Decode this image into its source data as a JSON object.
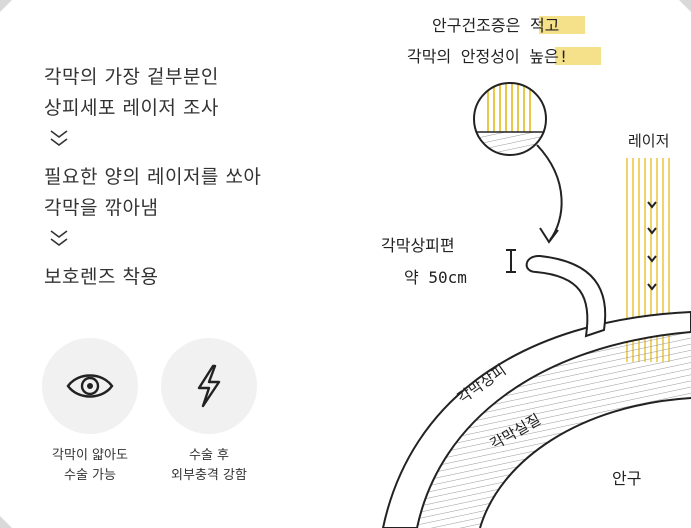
{
  "steps": [
    "각막의 가장 겉부분인\n상피세포 레이저 조사",
    "필요한 양의 레이저를 쏘아\n각막을 깎아냄",
    "보호렌즈 착용"
  ],
  "features": [
    {
      "icon": "eye-icon",
      "caption": "각막이 얇아도\n수술 가능"
    },
    {
      "icon": "lightning-icon",
      "caption": "수술 후\n외부충격 강함"
    }
  ],
  "illustration": {
    "note_line1": "안구건조증은 적고",
    "note_line2": "각막의 안정성이 높은!",
    "epithelium_label_line1": "각막상피편",
    "epithelium_label_line2": "약 50cm",
    "laser_label": "레이저",
    "layer_epithelium": "각막상피",
    "layer_stroma": "각막실질",
    "eyeball": "안구"
  },
  "colors": {
    "highlight": "#f5e18a",
    "laser": "#f0d46a",
    "circle_bg": "#f1f1f1"
  }
}
